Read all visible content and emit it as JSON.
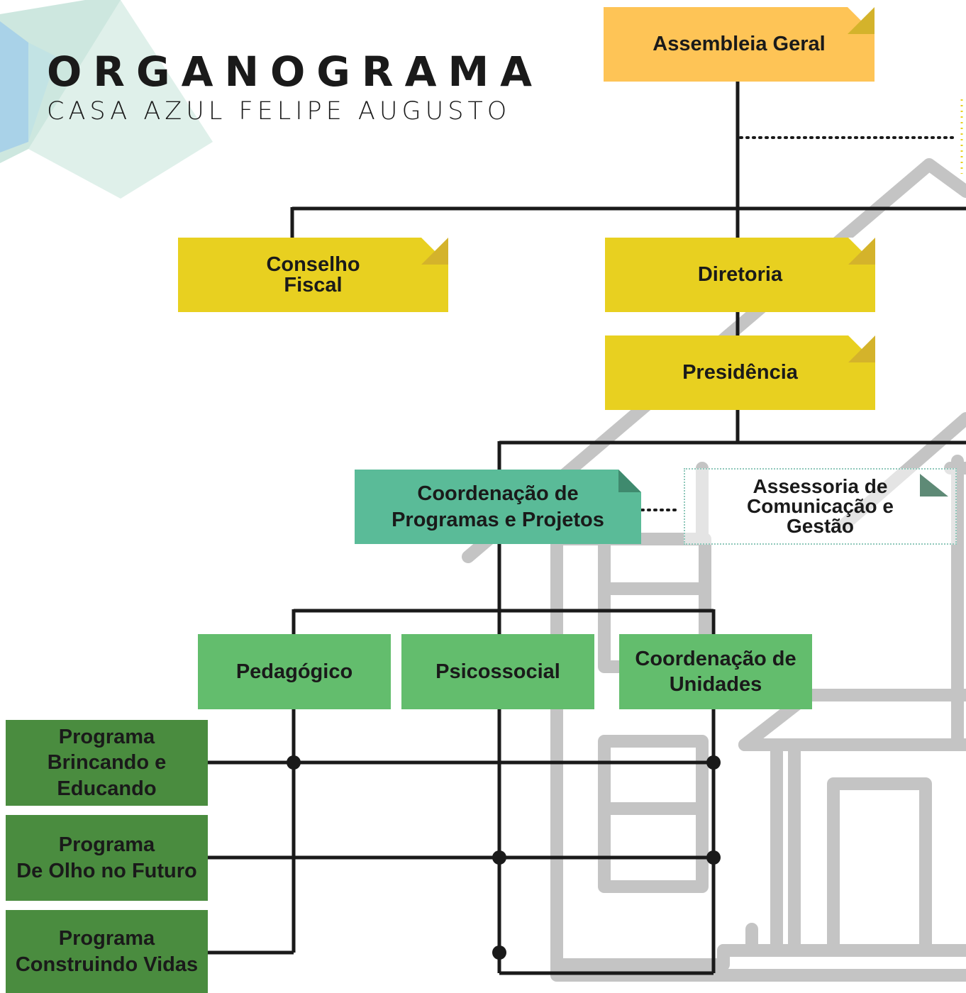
{
  "header": {
    "title": "ORGANOGRAMA",
    "subtitle": "CASA AZUL FELIPE AUGUSTO"
  },
  "nodes": {
    "assembleia": "Assembleia Geral",
    "conselho_l1": "Conselho",
    "conselho_l2": "Fiscal",
    "diretoria": "Diretoria",
    "presidencia": "Presidência",
    "coord_prog_l1": "Coordenação de",
    "coord_prog_l2": "Programas e Projetos",
    "assessoria_l1": "Assessoria de",
    "assessoria_l2": "Comunicação e",
    "assessoria_l3": "Gestão",
    "pedagogico": "Pedagógico",
    "psicossocial": "Psicossocial",
    "coord_unid_l1": "Coordenação de",
    "coord_unid_l2": "Unidades",
    "prog1_l1": "Programa",
    "prog1_l2": "Brincando e",
    "prog1_l3": "Educando",
    "prog2_l1": "Programa",
    "prog2_l2": "De Olho no Futuro",
    "prog3_l1": "Programa",
    "prog3_l2": "Construindo Vidas"
  },
  "colors": {
    "top": "#fec456",
    "governance": "#e8d020",
    "coordination": "#5abb98",
    "areas": "#63bd6d",
    "programs": "#4a8c3f",
    "lines": "#1a1a1a",
    "house": "#c4c4c4"
  }
}
